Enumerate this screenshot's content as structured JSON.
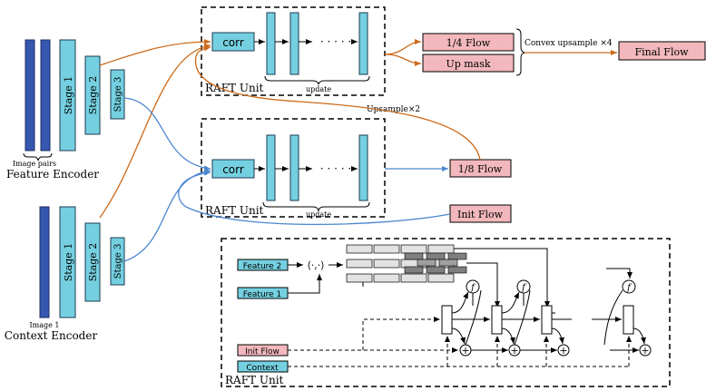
{
  "colors": {
    "dark_blue": "#3557b0",
    "cyan": "#74d0e0",
    "pink": "#f2b8bd",
    "orange": "#cc6a1a",
    "blue": "#4a86d0",
    "gray_light": "#e2e2e2",
    "gray_dark": "#7f7f7f"
  },
  "feature_encoder": {
    "caption_top": "Image pairs",
    "caption": "Feature Encoder",
    "stages": [
      "Stage 1",
      "Stage 2",
      "Stage 3"
    ]
  },
  "context_encoder": {
    "caption_top": "Image 1",
    "caption": "Context Encoder",
    "stages": [
      "Stage 1",
      "Stage 2",
      "Stage 3"
    ]
  },
  "raft_top": {
    "corr": "corr",
    "label": "RAFT Unit",
    "update": "update",
    "dots": "· · · · ·"
  },
  "raft_mid": {
    "corr": "corr",
    "label": "RAFT Unit",
    "update": "update",
    "dots": "· · · · ·"
  },
  "outputs": {
    "quarter_flow": "1/4 Flow",
    "up_mask": "Up mask",
    "convex_label": "Convex upsample ×4",
    "final_flow": "Final Flow",
    "upsample_label": "Upsample×2",
    "eighth_flow": "1/8 Flow",
    "init_flow": "Init Flow"
  },
  "raft_detail": {
    "label": "RAFT Unit",
    "feature2": "Feature 2",
    "feature1": "Feature 1",
    "init_flow": "Init Flow",
    "context": "Context",
    "inner_product": "⟨·,·⟩",
    "f_symbol": "f",
    "plus_symbol": "+"
  }
}
